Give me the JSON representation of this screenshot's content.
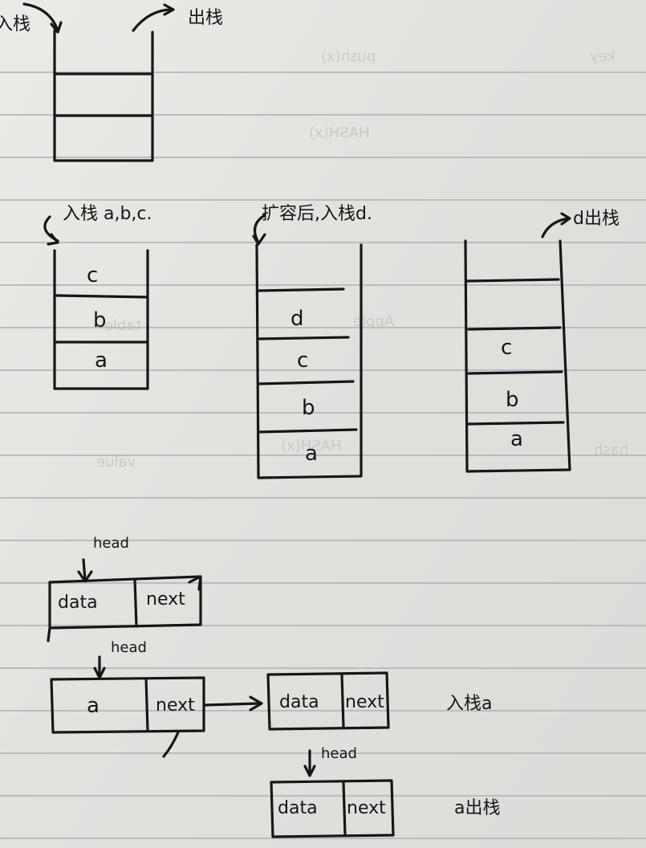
{
  "top_stack": {
    "push_label": "入栈",
    "pop_label": "出栈"
  },
  "stack_abc": {
    "caption": "入栈 a,b,c.",
    "cells": [
      "c",
      "b",
      "a"
    ]
  },
  "stack_d": {
    "caption": "扩容后,入栈d.",
    "cells": [
      "d",
      "c",
      "b",
      "a"
    ]
  },
  "stack_pop": {
    "caption": "d出栈",
    "cells": [
      "c",
      "b",
      "a"
    ]
  },
  "node_empty": {
    "head": "head",
    "data": "data",
    "next": "next"
  },
  "node_push": {
    "head": "head",
    "first_data": "a",
    "first_next": "next",
    "second_data": "data",
    "second_next": "next",
    "caption": "入栈a"
  },
  "node_pop": {
    "head": "head",
    "data": "data",
    "next": "next",
    "caption": "a出栈"
  },
  "ghost_text": [
    "push(x)",
    "HASH(x)",
    "key",
    "Apple",
    "table",
    "HASH(x)",
    "value",
    "hash"
  ],
  "colors": {
    "ink": "#161616",
    "paper": "#e6e5e2",
    "rule": "#b9bcc2"
  }
}
